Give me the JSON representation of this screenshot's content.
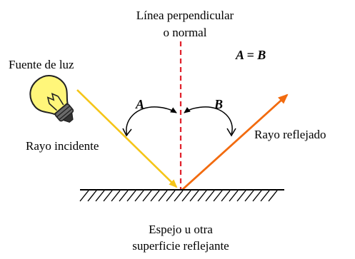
{
  "labels": {
    "normal_line_1": "Línea perpendicular",
    "normal_line_2": "o normal",
    "equation": "A = B",
    "light_source": "Fuente de luz",
    "angle_a": "A",
    "angle_b": "B",
    "incident_ray": "Rayo incidente",
    "reflected_ray": "Rayo reflejado",
    "mirror_1": "Espejo u otra",
    "mirror_2": "superficie reflejante"
  },
  "colors": {
    "incident_ray": "#f5c518",
    "reflected_ray": "#f26b0f",
    "normal_line": "#e0202a",
    "bulb_glass": "#fff67a",
    "bulb_base": "#606060",
    "ink": "#000000"
  },
  "icons": {
    "light_source": "light-bulb-icon"
  }
}
